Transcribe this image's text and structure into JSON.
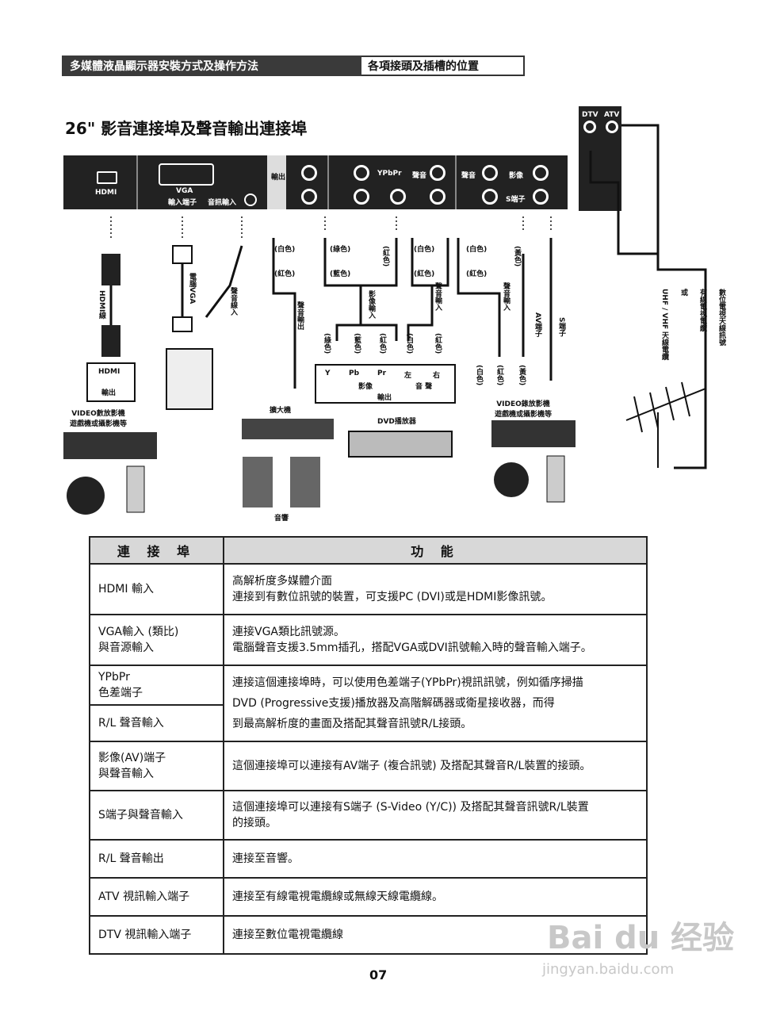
{
  "header": {
    "left": "多媒體液晶顯示器安裝方式及操作方法",
    "right": "各項接頭及插槽的位置"
  },
  "title": "26\" 影音連接埠及聲音輸出連接埠",
  "panel": {
    "hdmi": "HDMI",
    "vga": "VGA",
    "vga_in": "輸入端子",
    "audio_in": "音訊輸入",
    "out": "輸出",
    "ypbpr": "YPbPr",
    "audio": "聲音",
    "video": "影像",
    "s_term": "S端子",
    "dtv": "DTV",
    "atv": "ATV"
  },
  "diagram": {
    "hdmi_cable": "HDMI線",
    "vga_cable": "電腦VGA",
    "audio_cable": "聲音線入",
    "audio_out": "聲音輸出",
    "white": "(白色)",
    "red": "(紅色)",
    "green": "(綠色)",
    "blue": "(藍色)",
    "yellow": "(黃色)",
    "video_in": "影像輸入",
    "audio_in2": "聲音輸入",
    "av_term": "AV端子",
    "s_term": "S端子",
    "hdmi_out_a": "HDMI",
    "hdmi_out_b": "輸出",
    "player_caption": "VIDEO數放影機\n遊戲機或攝影機等",
    "amp": "擴大機",
    "speaker": "音響",
    "dvd": "DVD播放器",
    "dvd_y": "Y",
    "dvd_pb": "Pb",
    "dvd_pr": "Pr",
    "dvd_l": "左",
    "dvd_r": "右",
    "dvd_video": "影像",
    "dvd_audio": "音 聲",
    "dvd_out": "輸出",
    "vcr_caption": "VIDEO錄放影機\n遊戲機或攝影機等",
    "antenna": "數位電視天線訊號\n有線電視電纜\n或\nUHF / VHF 天線電纜"
  },
  "table": {
    "headers": [
      "連 接 埠",
      "功 能"
    ],
    "rows": [
      {
        "port": "HDMI 輸入",
        "func": "高解析度多媒體介面\n連接到有數位訊號的裝置，可支援PC (DVI)或是HDMI影像訊號。"
      },
      {
        "port": "VGA輸入 (類比)\n與音源輸入",
        "func": "連接VGA類比訊號源。\n電腦聲音支援3.5mm插孔，搭配VGA或DVI訊號輸入時的聲音輸入端子。"
      },
      {
        "port": "YPbPr\n色差端子",
        "func": "連接這個連接埠時，可以使用色差端子(YPbPr)視訊訊號，例如循序掃描\nDVD (Progressive支援)播放器及高階解碼器或衛星接收器，而得\n到最高解析度的畫面及搭配其聲音訊號R/L接頭。"
      },
      {
        "port": "R/L  聲音輸入",
        "func": ""
      },
      {
        "port": "影像(AV)端子\n與聲音輸入",
        "func": "這個連接埠可以連接有AV端子 (複合訊號) 及搭配其聲音R/L裝置的接頭。"
      },
      {
        "port": "S端子與聲音輸入",
        "func": "這個連接埠可以連接有S端子 (S-Video (Y/C)) 及搭配其聲音訊號R/L裝置\n的接頭。"
      },
      {
        "port": "R/L  聲音輸出",
        "func": "連接至音響。"
      },
      {
        "port": "ATV 視訊輸入端子",
        "func": "連接至有線電視電纜線或無線天線電纜線。"
      },
      {
        "port": "DTV 視訊輸入端子",
        "func": "連接至數位電視電纜線"
      }
    ]
  },
  "page_number": "07",
  "watermark": {
    "brand": "Bai du 经验",
    "url": "jingyan.baidu.com"
  }
}
